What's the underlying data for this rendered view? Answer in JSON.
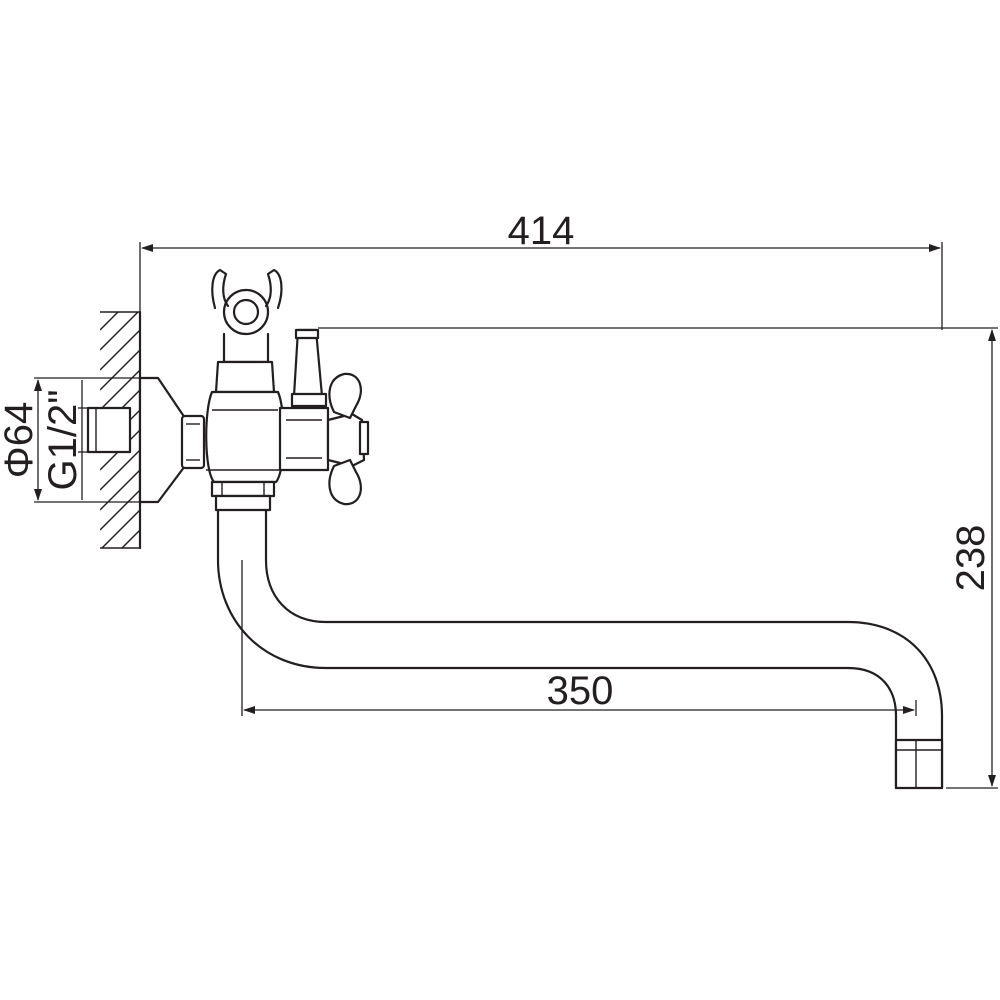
{
  "dimensions": {
    "overall_length": "414",
    "spout_reach": "350",
    "height": "238",
    "flange_diameter": "Φ64",
    "thread_size": "G1/2\""
  },
  "colors": {
    "line": "#231f20",
    "background": "#ffffff"
  }
}
